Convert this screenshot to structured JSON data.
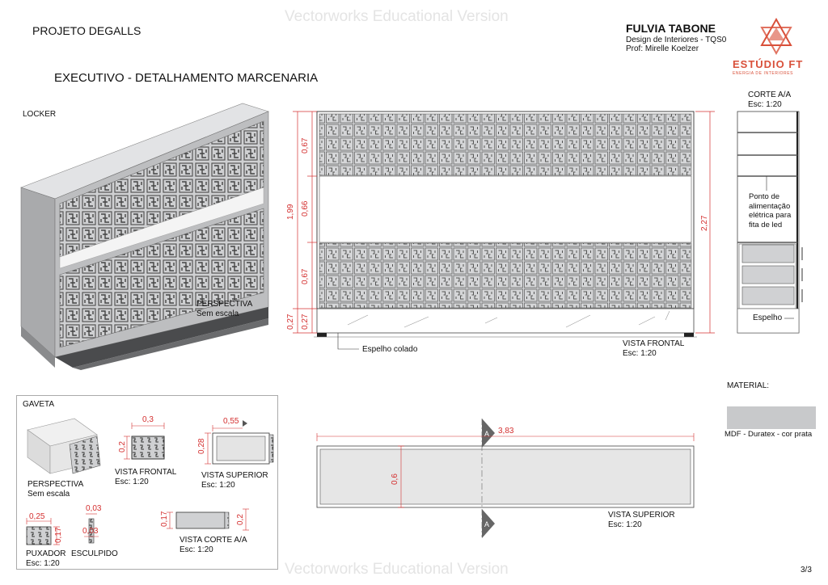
{
  "header": {
    "project": "PROJETO DEGALLS",
    "watermark": "Vectorworks Educational Version",
    "author": "FULVIA TABONE",
    "course": "Design de Interiores - TQS0",
    "professor": "Prof: Mirelle Koelzer",
    "studio": "ESTÚDIO FT",
    "studio_tag": "ENERGIA DE INTERIORES",
    "sheet_title": "EXECUTIVO - DETALHAMENTO MARCENARIA"
  },
  "locker": {
    "title": "LOCKER",
    "perspective": "PERSPECTIVA",
    "scale": "Sem escala"
  },
  "front": {
    "dims_left_a": [
      "0,67",
      "0,66",
      "0,67",
      "0,27"
    ],
    "dims_left_b": [
      "1,99",
      "0,27"
    ],
    "dim_right": "2,27",
    "mirror_label": "Espelho colado",
    "view": "VISTA FRONTAL",
    "scale": "Esc: 1:20"
  },
  "section": {
    "title": "CORTE A/A",
    "scale": "Esc: 1:20",
    "note_lines": [
      "Ponto de",
      "alimentação",
      "elétrica para",
      "fita de led"
    ],
    "mirror": "Espelho"
  },
  "material": {
    "title": "MATERIAL:",
    "swatch_color": "#c8c9cb",
    "name": "MDF - Duratex - cor prata"
  },
  "drawer": {
    "title": "GAVETA",
    "perspective": "PERSPECTIVA",
    "perspective_scale": "Sem escala",
    "front_view": "VISTA FRONTAL",
    "front_scale": "Esc: 1:20",
    "front_w": "0,3",
    "front_h": "0,2",
    "top_view": "VISTA SUPERIOR",
    "top_scale": "Esc: 1:20",
    "top_w": "0,55",
    "top_h": "0,28",
    "handle_w": "0,25",
    "handle_h": "0,17",
    "handle_label": "PUXADOR",
    "handle_scale": "Esc: 1:20",
    "carved_label": "ESCULPIDO",
    "carved_d1": "0,03",
    "carved_d2": "0,03",
    "cut_view": "VISTA CORTE A/A",
    "cut_scale": "Esc: 1:20",
    "cut_h": "0,17",
    "cut_h2": "0,2"
  },
  "plan": {
    "width": "3,83",
    "depth": "0,6",
    "marker": "A",
    "view": "VISTA SUPERIOR",
    "scale": "Esc: 1:20"
  },
  "page": "3/3",
  "colors": {
    "dim": "#d43030",
    "studio": "#d9503a"
  }
}
